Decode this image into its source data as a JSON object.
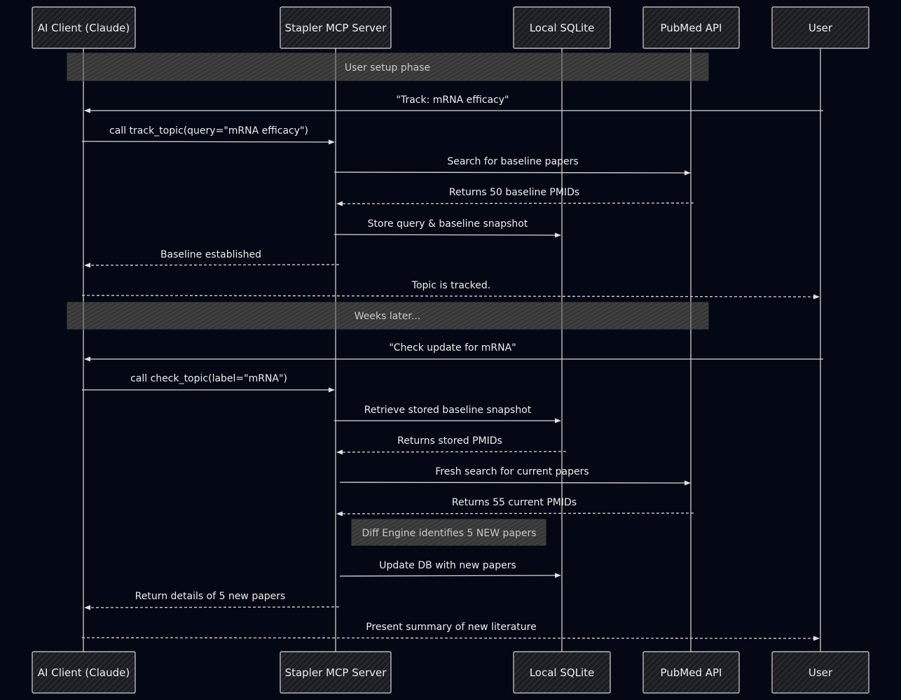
{
  "participants": [
    {
      "id": "client",
      "label": "AI Client (Claude)"
    },
    {
      "id": "server",
      "label": "Stapler MCP Server"
    },
    {
      "id": "sqlite",
      "label": "Local SQLite"
    },
    {
      "id": "pubmed",
      "label": "PubMed API"
    },
    {
      "id": "user",
      "label": "User"
    }
  ],
  "notes": [
    {
      "text": "User setup phase",
      "over": [
        "client",
        "pubmed"
      ]
    },
    {
      "text": "Weeks later...",
      "over": [
        "client",
        "pubmed"
      ]
    },
    {
      "text": "Diff Engine identifies 5 NEW papers",
      "over": [
        "server"
      ]
    }
  ],
  "messages": [
    {
      "from": "user",
      "to": "client",
      "text": "\"Track: mRNA efficacy\"",
      "style": "solid"
    },
    {
      "from": "client",
      "to": "server",
      "text": "call track_topic(query=\"mRNA efficacy\")",
      "style": "solid"
    },
    {
      "from": "server",
      "to": "pubmed",
      "text": "Search for baseline papers",
      "style": "solid"
    },
    {
      "from": "pubmed",
      "to": "server",
      "text": "Returns 50 baseline PMIDs",
      "style": "dashed"
    },
    {
      "from": "server",
      "to": "sqlite",
      "text": "Store query & baseline snapshot",
      "style": "solid"
    },
    {
      "from": "server",
      "to": "client",
      "text": "Baseline established",
      "style": "dashed"
    },
    {
      "from": "client",
      "to": "user",
      "text": "Topic is tracked.",
      "style": "dashed"
    },
    {
      "from": "user",
      "to": "client",
      "text": "\"Check update for mRNA\"",
      "style": "solid"
    },
    {
      "from": "client",
      "to": "server",
      "text": "call check_topic(label=\"mRNA\")",
      "style": "solid"
    },
    {
      "from": "server",
      "to": "sqlite",
      "text": "Retrieve stored baseline snapshot",
      "style": "solid"
    },
    {
      "from": "sqlite",
      "to": "server",
      "text": "Returns stored PMIDs",
      "style": "dashed"
    },
    {
      "from": "server",
      "to": "pubmed",
      "text": "Fresh search for current papers",
      "style": "solid"
    },
    {
      "from": "pubmed",
      "to": "server",
      "text": "Returns 55 current PMIDs",
      "style": "dashed"
    },
    {
      "from": "server",
      "to": "sqlite",
      "text": "Update DB with new papers",
      "style": "solid"
    },
    {
      "from": "server",
      "to": "client",
      "text": "Return details of 5 new papers",
      "style": "dashed"
    },
    {
      "from": "client",
      "to": "user",
      "text": "Present summary of new literature",
      "style": "dashed"
    }
  ]
}
